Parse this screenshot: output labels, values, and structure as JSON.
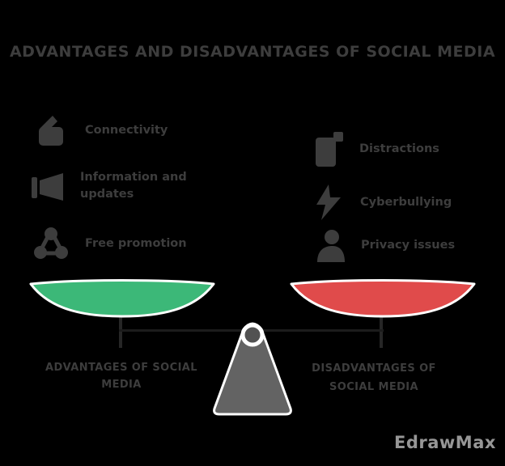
{
  "title": "Advantages and Disadvantages of Social Media",
  "left_side": {
    "pan_color": "#3cb878",
    "items": [
      {
        "icon": "thumbs-up-icon",
        "lines": [
          "Connectivity",
          ""
        ]
      },
      {
        "icon": "megaphone-icon",
        "lines": [
          "Information and",
          "updates"
        ]
      },
      {
        "icon": "network-icon",
        "lines": [
          "Free promotion",
          ""
        ]
      }
    ],
    "caption_lines": [
      "Advantages of social",
      "media"
    ]
  },
  "right_side": {
    "pan_color": "#e04b4b",
    "items": [
      {
        "icon": "smartphone-icon",
        "lines": [
          "Distractions",
          ""
        ]
      },
      {
        "icon": "lightning-icon",
        "lines": [
          "Cyberbullying",
          ""
        ]
      },
      {
        "icon": "user-icon",
        "lines": [
          "Privacy issues",
          ""
        ]
      }
    ],
    "caption_lines": [
      "Disadvantages of",
      "social media"
    ]
  },
  "watermark": "EdrawMax",
  "colors": {
    "background": "#000000",
    "text": "#3d3d3d",
    "icon": "#3d3d3d",
    "green": "#3cb878",
    "red": "#e04b4b",
    "fulcrum": "#636363",
    "outline": "#ffffff",
    "beam": "#1c1c1c",
    "stem": "#262626",
    "watermark": "#969696"
  }
}
